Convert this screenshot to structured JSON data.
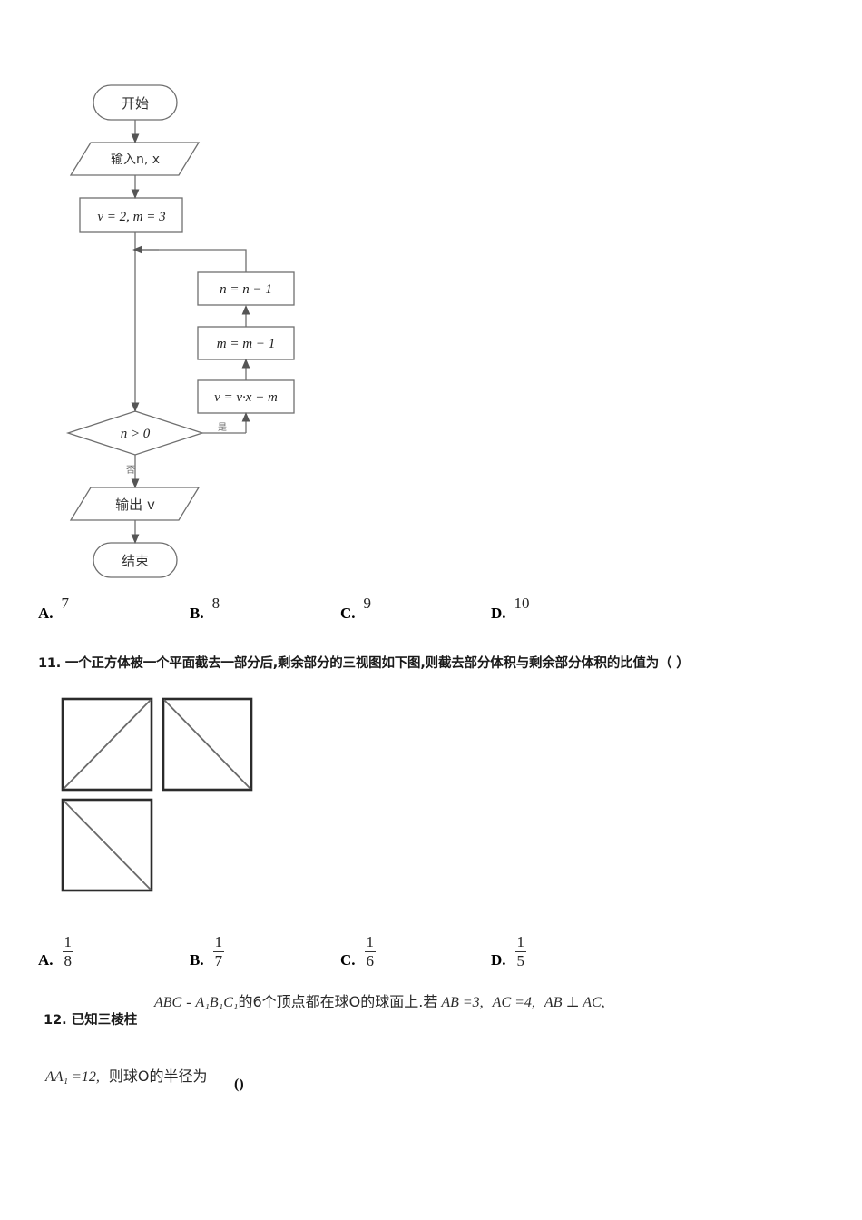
{
  "document": {
    "type": "math-exam-page",
    "language": "zh-CN"
  },
  "flowchart": {
    "title": "program-flowchart",
    "nodes": {
      "start": "开始",
      "input": "输入n, x",
      "init": "v = 2, m = 3",
      "decision": "n > 0",
      "update_v": "v = v·x + m",
      "update_m": "m = m − 1",
      "update_n": "n = n − 1",
      "output": "输出 v",
      "end": "结束"
    },
    "branches": {
      "yes": "是",
      "no": "否"
    }
  },
  "question10": {
    "options": [
      {
        "letter": "A.",
        "value": "7"
      },
      {
        "letter": "B.",
        "value": "8"
      },
      {
        "letter": "C.",
        "value": "9"
      },
      {
        "letter": "D.",
        "value": "10"
      }
    ]
  },
  "question11": {
    "text": "11.  一个正方体被一个平面截去一部分后,剩余部分的三视图如下图,则截去部分体积与剩余部分体积的比值为（ ）",
    "figure": {
      "name": "three-view-drawing",
      "views": [
        {
          "label": "front-view",
          "diagonal": "bottom-left-to-top-right"
        },
        {
          "label": "side-view",
          "diagonal": "top-left-to-bottom-right"
        },
        {
          "label": "top-view",
          "diagonal": "top-left-to-bottom-right"
        }
      ]
    },
    "options": [
      {
        "letter": "A.",
        "num": "1",
        "den": "8"
      },
      {
        "letter": "B.",
        "num": "1",
        "den": "7"
      },
      {
        "letter": "C.",
        "num": "1",
        "den": "6"
      },
      {
        "letter": "D.",
        "num": "1",
        "den": "5"
      }
    ]
  },
  "question12": {
    "lead": "12.  已知三棱柱",
    "line1_prefix": "ABC",
    "line1_dash": "-",
    "line1_prism": "A₁B₁C₁",
    "line1_cn1": "的6个顶点都在球O的球面上.若",
    "line1_ab": "AB =3,",
    "line1_ac": "AC =4,",
    "line1_perp": "AB ⊥ AC,",
    "line2_aa1": "AA₁ =12,",
    "line2_cn": "则球O的半径为",
    "line2_paren": "()"
  }
}
